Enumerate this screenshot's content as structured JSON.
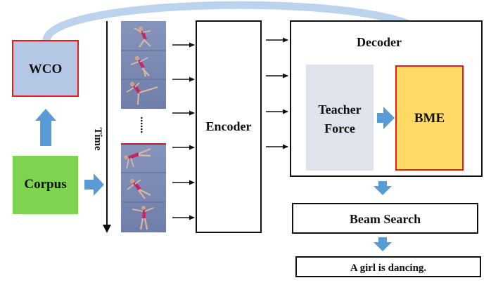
{
  "blocks": {
    "wco": "WCO",
    "corpus": "Corpus",
    "encoder": "Encoder",
    "decoder": "Decoder",
    "teacher_force_line1": "Teacher",
    "teacher_force_line2": "Force",
    "bme": "BME",
    "beam_search": "Beam Search",
    "output_sentence": "A girl is dancing."
  },
  "axis": {
    "time_label": "Time",
    "ellipsis": "......"
  },
  "colors": {
    "wco_fill": "#b4c8e6",
    "corpus_fill": "#7ed34f",
    "teacher_fill": "#dfe3ec",
    "bme_fill": "#ffd966",
    "red_border": "#e81c1c",
    "arrow_blue": "#5b9bd5",
    "curve_blue": "#bcd3ee",
    "frame_bg": "#7d8cb6"
  }
}
